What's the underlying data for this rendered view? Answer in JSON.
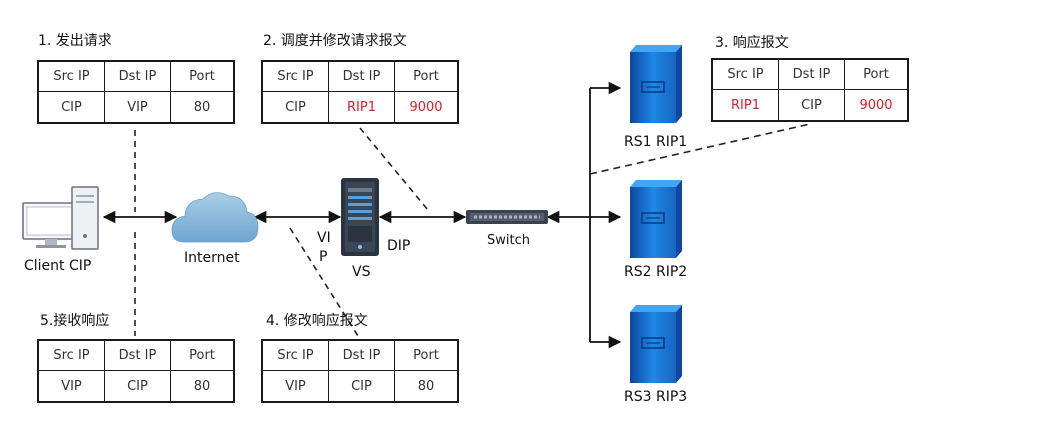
{
  "tables": [
    {
      "title": "1. 发出请求",
      "headers": [
        "Src IP",
        "Dst IP",
        "Port"
      ],
      "row": [
        "CIP",
        "VIP",
        "80"
      ],
      "red": [
        false,
        false,
        false
      ]
    },
    {
      "title": "2. 调度并修改请求报文",
      "headers": [
        "Src IP",
        "Dst IP",
        "Port"
      ],
      "row": [
        "CIP",
        "RIP1",
        "9000"
      ],
      "red": [
        false,
        true,
        true
      ]
    },
    {
      "title": "3. 响应报文",
      "headers": [
        "Src IP",
        "Dst IP",
        "Port"
      ],
      "row": [
        "RIP1",
        "CIP",
        "9000"
      ],
      "red": [
        true,
        false,
        true
      ]
    },
    {
      "title": "4. 修改响应报文",
      "headers": [
        "Src IP",
        "Dst IP",
        "Port"
      ],
      "row": [
        "VIP",
        "CIP",
        "80"
      ],
      "red": [
        false,
        false,
        false
      ]
    },
    {
      "title": "5.接收响应",
      "headers": [
        "Src IP",
        "Dst IP",
        "Port"
      ],
      "row": [
        "VIP",
        "CIP",
        "80"
      ],
      "red": [
        false,
        false,
        false
      ]
    }
  ],
  "nodes": {
    "client": "Client CIP",
    "internet": "Internet",
    "vs": "VS",
    "vip_a": "VI",
    "vip_b": "P",
    "dip": "DIP",
    "switch": "Switch",
    "rs1": "RS1 RIP1",
    "rs2": "RS2 RIP2",
    "rs3": "RS3 RIP3"
  },
  "colors": {
    "red_value": "#d4202a",
    "server_blue": "#1565c0",
    "cloud_blue": "#7fb3d9",
    "vs_dark": "#2b3440"
  }
}
